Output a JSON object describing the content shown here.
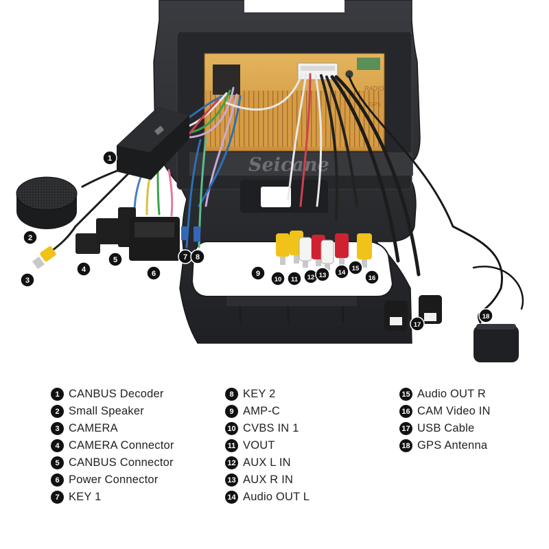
{
  "watermark": "Seicane",
  "unit_labels": {
    "radio": "RADIO",
    "gps": "GPS"
  },
  "callouts": [
    "1",
    "2",
    "3",
    "4",
    "5",
    "6",
    "7",
    "8",
    "9",
    "10",
    "11",
    "12",
    "13",
    "14",
    "15",
    "16",
    "17",
    "18"
  ],
  "legend": {
    "columns": [
      [
        {
          "num": "1",
          "label": "CANBUS Decoder"
        },
        {
          "num": "2",
          "label": "Small Speaker"
        },
        {
          "num": "3",
          "label": "CAMERA"
        },
        {
          "num": "4",
          "label": "CAMERA Connector"
        },
        {
          "num": "5",
          "label": "CANBUS Connector"
        },
        {
          "num": "6",
          "label": "Power Connector"
        },
        {
          "num": "7",
          "label": "KEY 1"
        }
      ],
      [
        {
          "num": "8",
          "label": "KEY 2"
        },
        {
          "num": "9",
          "label": "AMP-C"
        },
        {
          "num": "10",
          "label": "CVBS IN 1"
        },
        {
          "num": "11",
          "label": "VOUT"
        },
        {
          "num": "12",
          "label": "AUX L IN"
        },
        {
          "num": "13",
          "label": "AUX R IN"
        },
        {
          "num": "14",
          "label": "Audio OUT L"
        }
      ],
      [
        {
          "num": "15",
          "label": "Audio OUT R"
        },
        {
          "num": "16",
          "label": "CAM Video IN"
        },
        {
          "num": "17",
          "label": "USB Cable"
        },
        {
          "num": "18",
          "label": "GPS Antenna"
        }
      ]
    ]
  },
  "colors": {
    "frame": "#2b2c30",
    "chassis": "#d8a24a",
    "rca_yellow": "#f0c21a",
    "rca_white": "#f4f4f2",
    "rca_red": "#cf2231",
    "callout_bg": "#111111"
  }
}
